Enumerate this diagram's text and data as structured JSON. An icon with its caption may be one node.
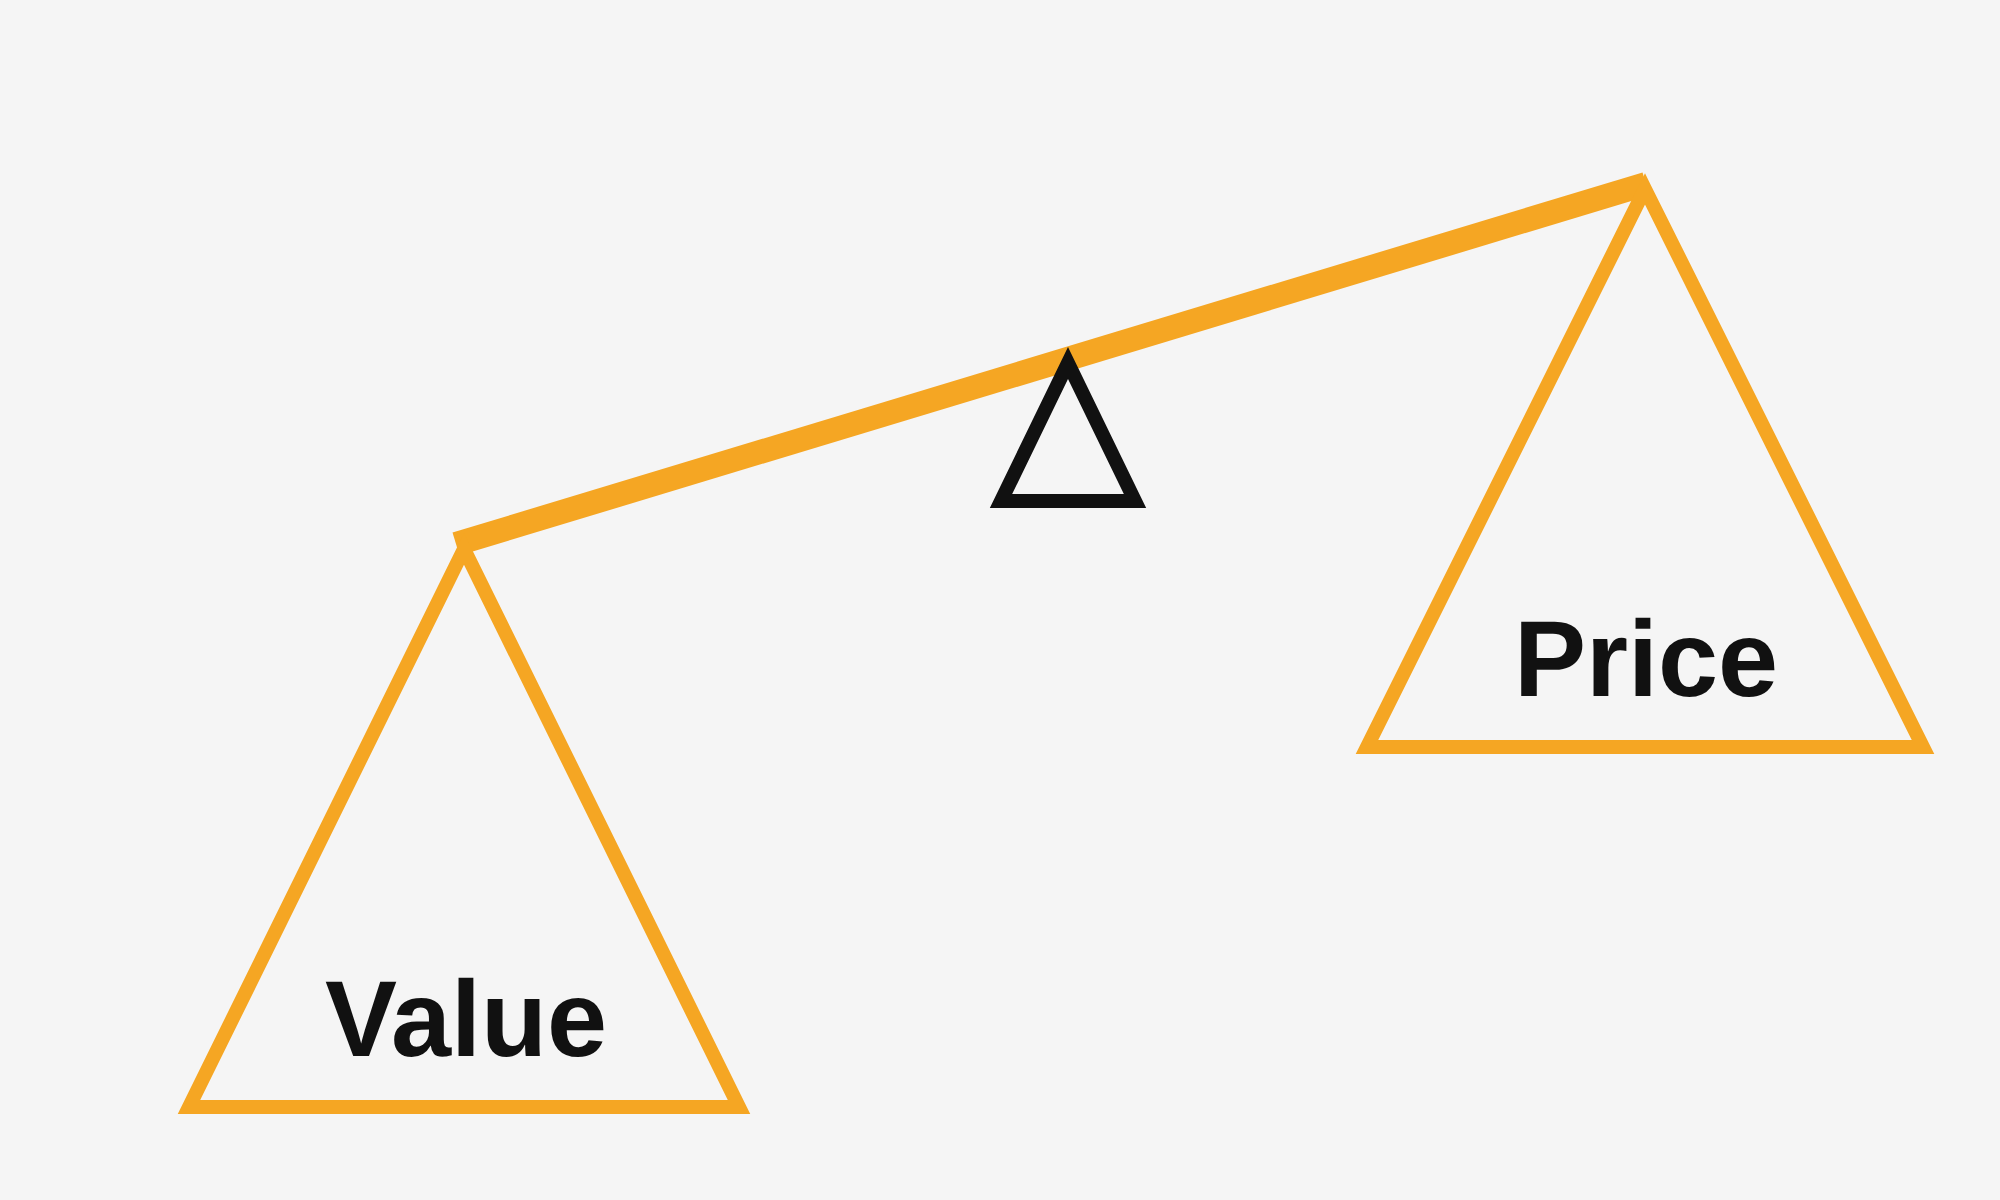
{
  "diagram": {
    "nodes": [
      {
        "text": [
          "Value"
        ]
      },
      {
        "text": [],
        "shape": "triangle"
      },
      {
        "text": [
          "Price"
        ]
      }
    ],
    "edges": [
      {
        "from": 0,
        "to": 2,
        "arrow": "none"
      }
    ]
  }
}
